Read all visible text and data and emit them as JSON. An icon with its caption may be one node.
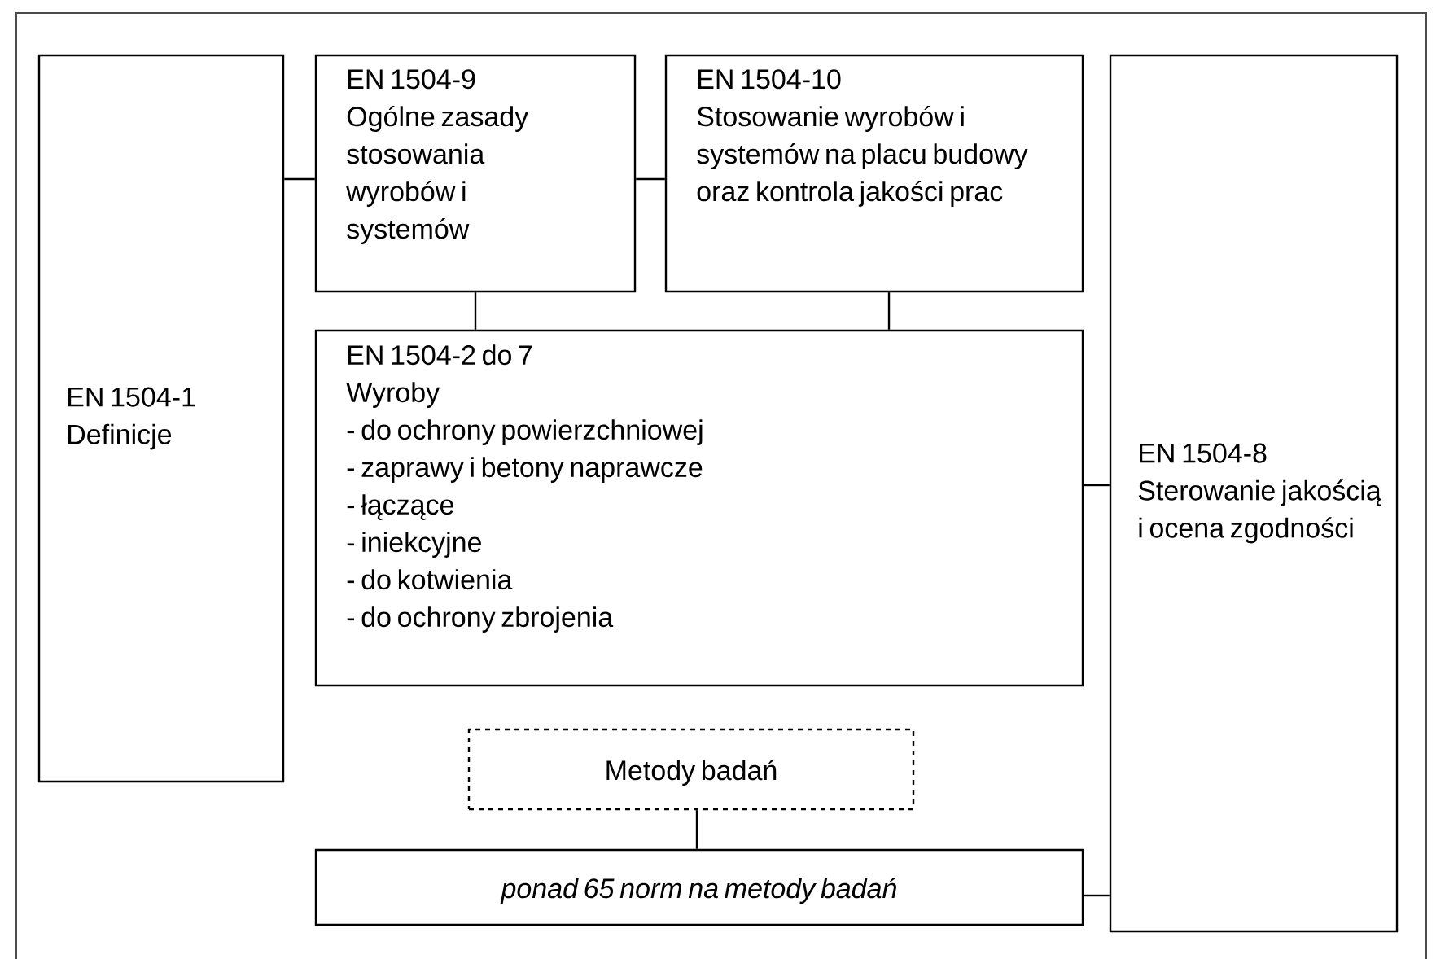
{
  "diagram": {
    "nodes": [
      {
        "text": [
          "EN 1504-1",
          "Definicje"
        ]
      },
      {
        "text": [
          "EN 1504-9",
          "Ogólne zasady stosowania wyrobów i systemów"
        ]
      },
      {
        "text": [
          "EN 1504-10",
          "Stosowanie wyrobów i systemów na placu budowy oraz kontrola jakości prac"
        ]
      },
      {
        "text": [
          "EN 1504-2 do 7",
          "Wyroby",
          "- do ochrony powierzchniowej",
          "- zaprawy i betony naprawcze",
          "- łączące",
          "- iniekcyjne",
          "- do kotwienia",
          "- do ochrony zbrojenia"
        ]
      },
      {
        "text": [
          "EN 1504-8",
          "Sterowanie jakością i ocena zgodności"
        ]
      },
      {
        "text": [
          "Metody badań"
        ]
      },
      {
        "text": [
          "ponad 65 norm na metody badań"
        ]
      }
    ],
    "edges": [
      {
        "from": 0,
        "to": 1,
        "arrow": "none"
      },
      {
        "from": 1,
        "to": 2,
        "arrow": "none"
      },
      {
        "from": 1,
        "to": 3,
        "arrow": "none"
      },
      {
        "from": 2,
        "to": 3,
        "arrow": "none"
      },
      {
        "from": 3,
        "to": 4,
        "arrow": "none"
      },
      {
        "from": 5,
        "to": 6,
        "arrow": "none"
      },
      {
        "from": 6,
        "to": 4,
        "arrow": "none"
      }
    ]
  }
}
